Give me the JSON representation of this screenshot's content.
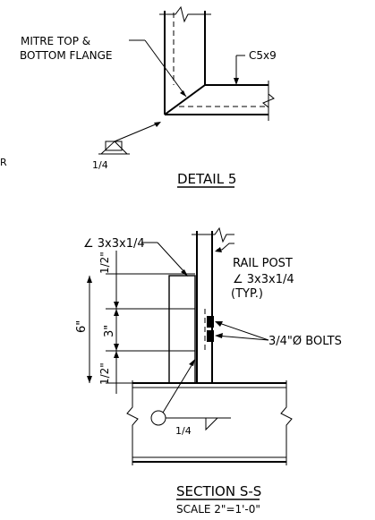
{
  "detail5": {
    "title": "DETAIL 5",
    "mitre_line1": "MITRE TOP &",
    "mitre_line2": "BOTTOM FLANGE",
    "channel": "C5x9",
    "weld_size": "1/4"
  },
  "section": {
    "title": "SECTION S-S",
    "scale": "SCALE 2\"=1'-0\"",
    "angle_label": "∠ 3x3x1/4",
    "rail_post_line1": "RAIL POST",
    "rail_post_line2": "∠ 3x3x1/4",
    "rail_post_line3": "(TYP.)",
    "bolts": "3/4\"Ø BOLTS",
    "dims": {
      "top_half": "1/2\"",
      "overall": "6\"",
      "middle": "3\"",
      "bottom_half": "1/2\""
    },
    "weld_size": "1/4"
  },
  "edge_fragment": "R"
}
